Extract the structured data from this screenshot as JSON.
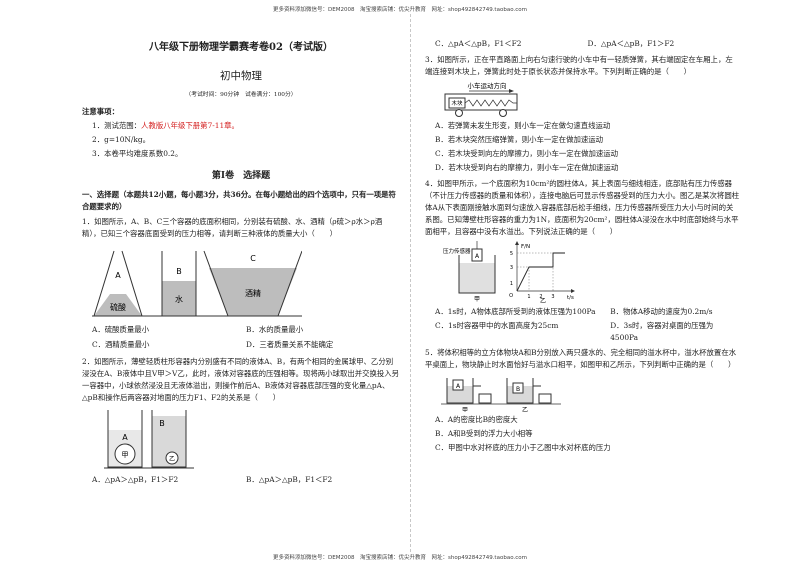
{
  "header": {
    "top": "更多资料添加微信号：DEM2008　淘宝搜索店铺：优尖升教育　网址：shop492842749.taobao.com",
    "bottom": "更多资料添加微信号：DEM2008　淘宝搜索店铺：优尖升教育　网址：shop492842749.taobao.com"
  },
  "left": {
    "title": "八年级下册物理学霸赛考卷02（考试版）",
    "subtitle": "初中物理",
    "meta": "（考试时间：90分钟　试卷满分：100分）",
    "notes_title": "注意事项：",
    "note1_pre": "1．测试范围：",
    "note1_red": "人教版八年级下册第7-11章。",
    "note2": "2．g=10N/kg。",
    "note3": "3．本卷平均难度系数0.2。",
    "section": "第Ⅰ卷　选择题",
    "part1": "一、选择题（本题共12小题，每小题3分，共36分。在每小题给出的四个选项中，只有一项是符合题要求的）",
    "q1": "1．如图所示，A、B、C三个容器的底面积相同，分别装有硫酸、水、酒精（ρ硫＞ρ水＞ρ酒精），已知三个容器底面受到的压力相等，请判断三种液体的质量大小（　　）",
    "q1_fig": {
      "a": "A",
      "b": "B",
      "c": "C",
      "l1": "硫酸",
      "l2": "水",
      "l3": "酒精"
    },
    "q1_opts": [
      "A．硫酸质量最小",
      "B．水的质量最小",
      "C．酒精质量最小",
      "D．三者质量关系不能确定"
    ],
    "q2": "2．如图所示，薄壁轻质柱形容器内分别盛有不同的液体A、B，有两个相同的金属球甲、乙分别浸没在A、B液体中且V甲＞V乙，此时，液体对容器底的压强相等。现将两小球取出并交换投入另一容器中，小球依然浸没且无液体溢出，则操作前后A、B液体对容器底部压强的变化量△pA、△pB和操作后两容器对地面的压力F1、F2的关系是（　　）",
    "q2_fig": {
      "a": "A",
      "b": "B",
      "ball1": "甲",
      "ball2": "乙"
    },
    "q2_opts": [
      "A．△pA＞△pB，F1＞F2",
      "B．△pA＞△pB，F1＜F2"
    ]
  },
  "right": {
    "q2_opts": [
      "C．△pA＜△pB，F1＜F2",
      "D．△pA＜△pB，F1＞F2"
    ],
    "q3": "3．如图所示，正在平直路面上向右匀速行驶的小车中有一轻质弹簧，其右端固定在车厢上，左端连接到木块上，弹簧此时处于原长状态并保持水平。下列判断正确的是（　　）",
    "q3_fig": {
      "dir": "小车运动方向",
      "block": "木块"
    },
    "q3_opts": [
      "A．若弹簧未发生形变，则小车一定在做匀速直线运动",
      "B．若木块突然压缩弹簧，则小车一定在做加速运动",
      "C．若木块受到向左的摩擦力，则小车一定在做加速运动",
      "D．若木块受到向右的摩擦力，则小车一定在做加速运动"
    ],
    "q4": "4．如图甲所示，一个底面积为10cm²的圆柱体A，其上表面与细线相连，底部贴有压力传感器（不计压力传感器的质量和体积），连接电脑后可显示传感器受到的压力大小。图乙是某次将圆柱体A从下表面刚接触水面到匀速放入容器底部后松手细线，压力传感器所受压力大小与时间的关系图。已知薄壁柱形容器的重力为1N，底面积为20cm²，圆柱体A浸没在水中时底部始终与水平面相平，且容器中没有水溢出。下列说法正确的是（　　）",
    "q4_fig": {
      "sensor": "压力传感器",
      "a": "A",
      "jia": "甲",
      "yi": "乙",
      "yaxis": "F/N",
      "xaxis": "t/s",
      "y5": "5",
      "y3": "3",
      "y1": "1",
      "o": "O",
      "x1": "1",
      "x2": "2",
      "x3": "3"
    },
    "q4_opts": [
      "A．1s时，A物体底部所受到的液体压强为100Pa",
      "B．物体A移动的速度为0.2m/s",
      "C．1s时容器甲中的水面高度为25cm",
      "D．3s时，容器对桌面的压强为4500Pa"
    ],
    "q5": "5．将体积相等的立方体物块A和B分别放入两只盛水的、完全相同的溢水杯中，溢水杯放置在水平桌面上，物块静止时水面恰好与溢水口相平，如图甲和乙所示，下列判断中正确的是（　　）",
    "q5_fig": {
      "a": "A",
      "b": "B",
      "jia": "甲",
      "yi": "乙"
    },
    "q5_opts": [
      "A．A的密度比B的密度大",
      "B．A和B受到的浮力大小相等",
      "C．甲图中水对杯底的压力小于乙图中水对杯底的压力"
    ]
  }
}
